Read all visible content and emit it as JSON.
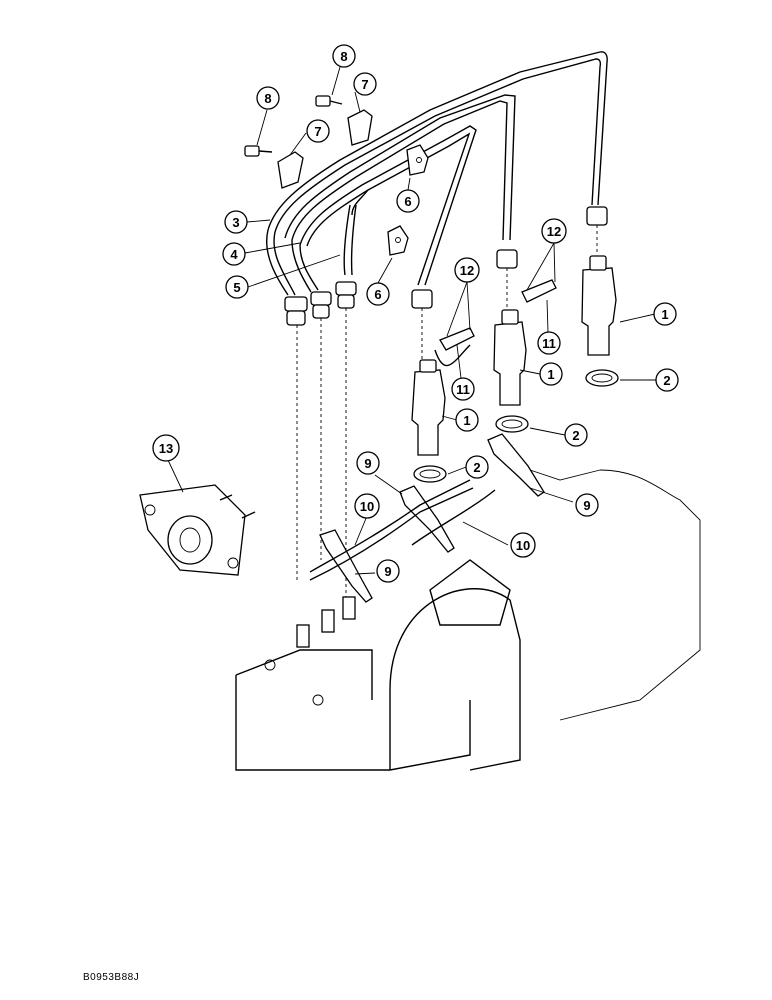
{
  "diagram": {
    "callouts": [
      {
        "label": "1"
      },
      {
        "label": "1"
      },
      {
        "label": "1"
      },
      {
        "label": "2"
      },
      {
        "label": "2"
      },
      {
        "label": "2"
      },
      {
        "label": "3"
      },
      {
        "label": "4"
      },
      {
        "label": "5"
      },
      {
        "label": "6"
      },
      {
        "label": "6"
      },
      {
        "label": "7"
      },
      {
        "label": "7"
      },
      {
        "label": "8"
      },
      {
        "label": "8"
      },
      {
        "label": "9"
      },
      {
        "label": "9"
      },
      {
        "label": "9"
      },
      {
        "label": "10"
      },
      {
        "label": "10"
      },
      {
        "label": "11"
      },
      {
        "label": "11"
      },
      {
        "label": "12"
      },
      {
        "label": "12"
      },
      {
        "label": "13"
      }
    ],
    "figure_code": "B0953B88J"
  }
}
